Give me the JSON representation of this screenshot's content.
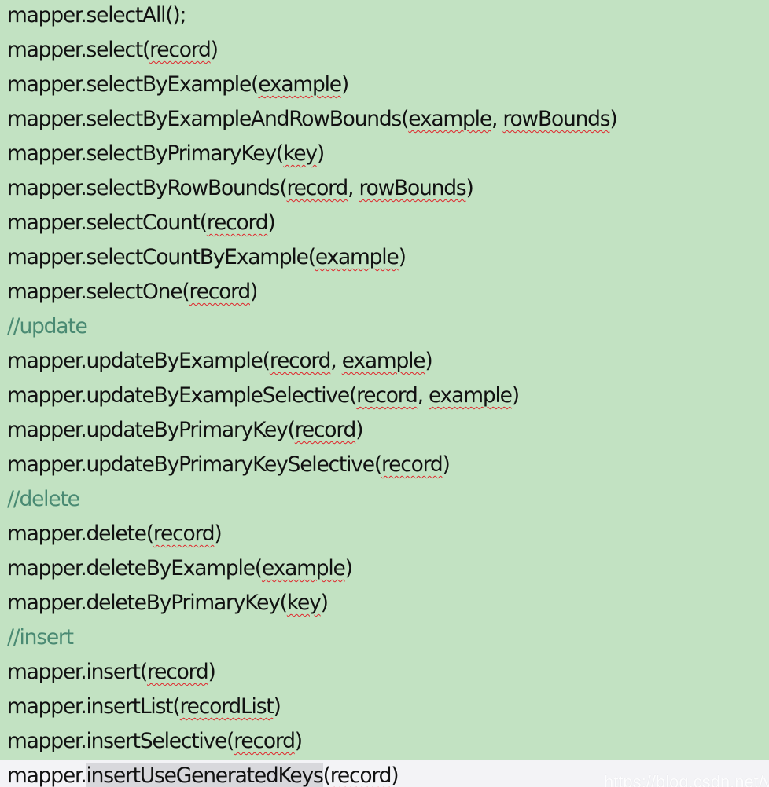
{
  "lines": [
    {
      "type": "code",
      "call": "mapper.selectAll();",
      "args": []
    },
    {
      "type": "code",
      "call": "mapper.select(",
      "args": [
        "record"
      ],
      "close": ")"
    },
    {
      "type": "code",
      "call": "mapper.selectByExample(",
      "args": [
        "example"
      ],
      "close": ")"
    },
    {
      "type": "code",
      "call": "mapper.selectByExampleAndRowBounds(",
      "args": [
        "example",
        "rowBounds"
      ],
      "close": ")"
    },
    {
      "type": "code",
      "call": "mapper.selectByPrimaryKey(",
      "args": [
        "key"
      ],
      "close": ")"
    },
    {
      "type": "code",
      "call": "mapper.selectByRowBounds(",
      "args": [
        "record",
        "rowBounds"
      ],
      "close": ")"
    },
    {
      "type": "code",
      "call": "mapper.selectCount(",
      "args": [
        "record"
      ],
      "close": ")"
    },
    {
      "type": "code",
      "call": "mapper.selectCountByExample(",
      "args": [
        "example"
      ],
      "close": ")"
    },
    {
      "type": "code",
      "call": "mapper.selectOne(",
      "args": [
        "record"
      ],
      "close": ")"
    },
    {
      "type": "comment",
      "text": "//update"
    },
    {
      "type": "code",
      "call": "mapper.updateByExample(",
      "args": [
        "record",
        "example"
      ],
      "close": ")"
    },
    {
      "type": "code",
      "call": "mapper.updateByExampleSelective(",
      "args": [
        "record",
        "example"
      ],
      "close": ")"
    },
    {
      "type": "code",
      "call": "mapper.updateByPrimaryKey(",
      "args": [
        "record"
      ],
      "close": ")"
    },
    {
      "type": "code",
      "call": "mapper.updateByPrimaryKeySelective(",
      "args": [
        "record"
      ],
      "close": ")"
    },
    {
      "type": "comment",
      "text": "//delete"
    },
    {
      "type": "code",
      "call": "mapper.delete(",
      "args": [
        "record"
      ],
      "close": ")"
    },
    {
      "type": "code",
      "call": "mapper.deleteByExample(",
      "args": [
        "example"
      ],
      "close": ")"
    },
    {
      "type": "code",
      "call": "mapper.deleteByPrimaryKey(",
      "args": [
        "key"
      ],
      "close": ")"
    },
    {
      "type": "comment",
      "text": "//insert"
    },
    {
      "type": "code",
      "call": "mapper.insert(",
      "args": [
        "record"
      ],
      "close": ")"
    },
    {
      "type": "code",
      "call": "mapper.insertList(",
      "args": [
        "recordList"
      ],
      "close": ")"
    },
    {
      "type": "code",
      "call": "mapper.insertSelective(",
      "args": [
        "record"
      ],
      "close": ")"
    }
  ],
  "current_line": {
    "prefix": "mapper.",
    "method": "insertUseGeneratedKeys",
    "open": "(",
    "arg": "record",
    "close": ")"
  },
  "watermark": "https://blog.csdn.net/y",
  "colors": {
    "background": "#c2e2c2",
    "comment": "#4a8a73",
    "spellcheck": "#e0252b",
    "current_line": "#f3f3f6"
  }
}
